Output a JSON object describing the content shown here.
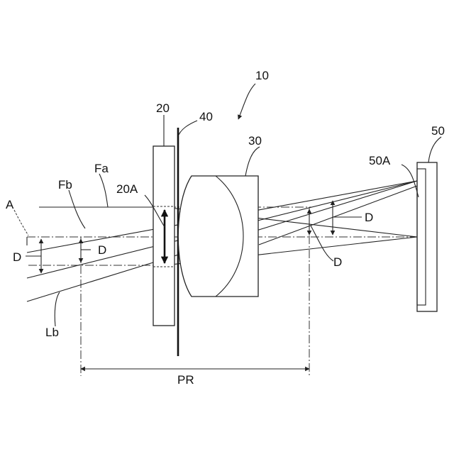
{
  "labels": {
    "device": "10",
    "element_20": "20",
    "element_40": "40",
    "element_30": "30",
    "element_50": "50",
    "region_20a": "20A",
    "region_50a": "50A",
    "beam_fa": "Fa",
    "beam_fb": "Fb",
    "beam_lb": "Lb",
    "axis_a": "A",
    "spacing_d": "D",
    "pitch_pr": "PR"
  },
  "colors": {
    "line": "#222222",
    "background": "#ffffff"
  }
}
